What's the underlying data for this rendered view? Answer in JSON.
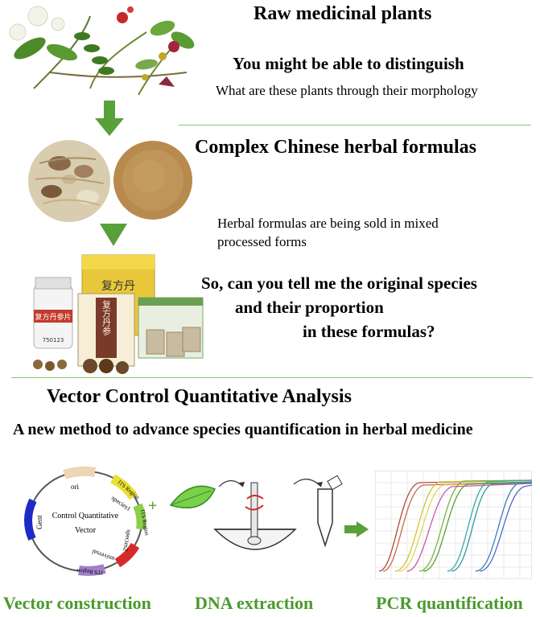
{
  "section1": {
    "title": "Raw medicinal plants",
    "subtitle": "You might be able to distinguish",
    "body": "What are these plants through their morphology"
  },
  "section2": {
    "title": "Complex Chinese herbal formulas",
    "body_line1": "Herbal formulas are being sold in mixed",
    "body_line2": "processed forms",
    "question_line1": "So, can you tell me the original species",
    "question_line2": "and their proportion",
    "question_line3": "in these formulas?"
  },
  "section3": {
    "title": "Vector Control Quantitative Analysis",
    "subtitle": "A new method to advance species quantification in herbal medicine"
  },
  "vector": {
    "center_line1": "Control Quantitative",
    "center_line2": "Vector",
    "labels": {
      "ori": "ori",
      "its_region_1": "ITS Region",
      "species1": "species1",
      "its_region_2": "ITS Region",
      "species2": "species2",
      "universal": "universal",
      "its_region_3": "ITS Region",
      "gent": "Gent"
    }
  },
  "package_texts": {
    "box_main": "复方丹参",
    "box_top": "复方丹",
    "bottle_label": "复方丹参片",
    "bottle_code": "750123"
  },
  "bottom_labels": {
    "vector_construction": "Vector construction",
    "dna_extraction": "DNA extraction",
    "pcr_quantification": "PCR quantification"
  },
  "colors": {
    "accent_green": "#4a9a2c",
    "arrow_green": "#58a03a",
    "divider": "#8dc46e"
  }
}
